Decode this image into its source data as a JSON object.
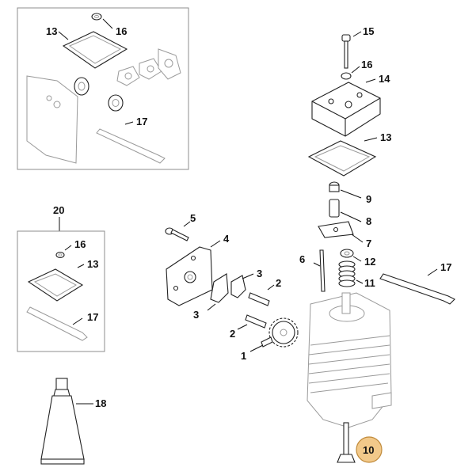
{
  "callouts": {
    "c1": "1",
    "c2a": "2",
    "c2b": "2",
    "c3a": "3",
    "c3b": "3",
    "c4": "4",
    "c5": "5",
    "c6": "6",
    "c7": "7",
    "c8": "8",
    "c9": "9",
    "c10": "10",
    "c11": "11",
    "c12": "12",
    "c13_top": "13",
    "c13_right": "13",
    "c13_kit": "13",
    "c14": "14",
    "c15": "15",
    "c16_top": "16",
    "c16_right": "16",
    "c16_kit": "16",
    "c17_top": "17",
    "c17_right": "17",
    "c17_kit": "17",
    "c18": "18",
    "c20": "20"
  },
  "colors": {
    "highlight_fill": "#f2c98a",
    "highlight_stroke": "#c08a3a",
    "part_line": "#9a9a9a",
    "ink": "#111111"
  },
  "highlighted_part": "10"
}
